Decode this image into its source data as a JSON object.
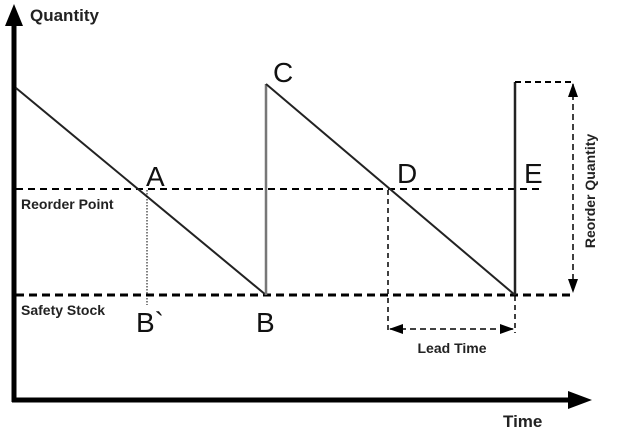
{
  "axes": {
    "y_label": "Quantity",
    "x_label": "Time"
  },
  "levels": {
    "reorder_point": "Reorder Point",
    "safety_stock": "Safety Stock"
  },
  "points": {
    "a": "A",
    "b": "B",
    "b_prime": "B`",
    "c": "C",
    "d": "D",
    "e": "E"
  },
  "annotations": {
    "lead_time": "Lead Time",
    "reorder_quantity": "Reorder Quantity"
  }
}
